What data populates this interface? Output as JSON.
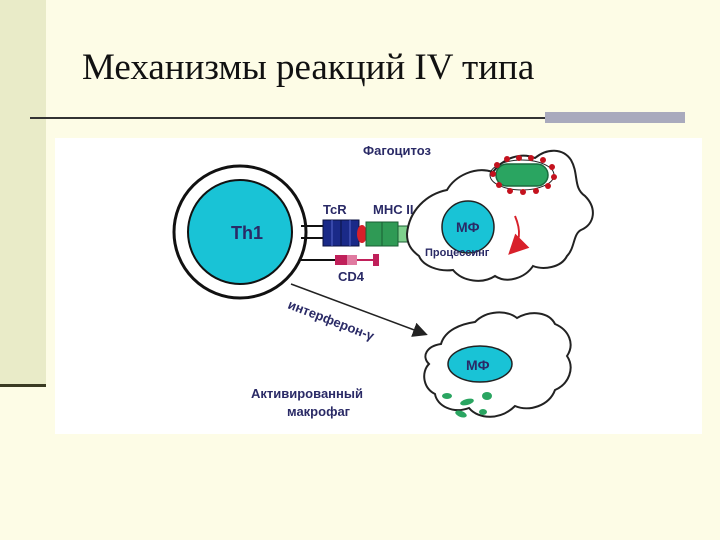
{
  "slide": {
    "title": "Механизмы реакций IV типа"
  },
  "diagram": {
    "th1_label": "Th1",
    "tcr_label": "TcR",
    "mhc_label": "MHC II",
    "cd4_label": "CD4",
    "phagocytosis_label": "Фагоцитоз",
    "macrophage_label_top": "МФ",
    "processing_label": "Процессинг",
    "interferon_label": "интерферон-γ",
    "macrophage_label_bottom": "МФ",
    "activated_label_line1": "Активированный",
    "activated_label_line2": "макрофаг"
  },
  "colors": {
    "background": "#fdfce6",
    "left_bar": "#e9ebc8",
    "cyan_nucleus": "#19c3d6",
    "tcr_blue": "#1a2a88",
    "mhc_green": "#2f9a55",
    "cd4_red": "#c0205a",
    "bacterium": "#2aa561"
  }
}
